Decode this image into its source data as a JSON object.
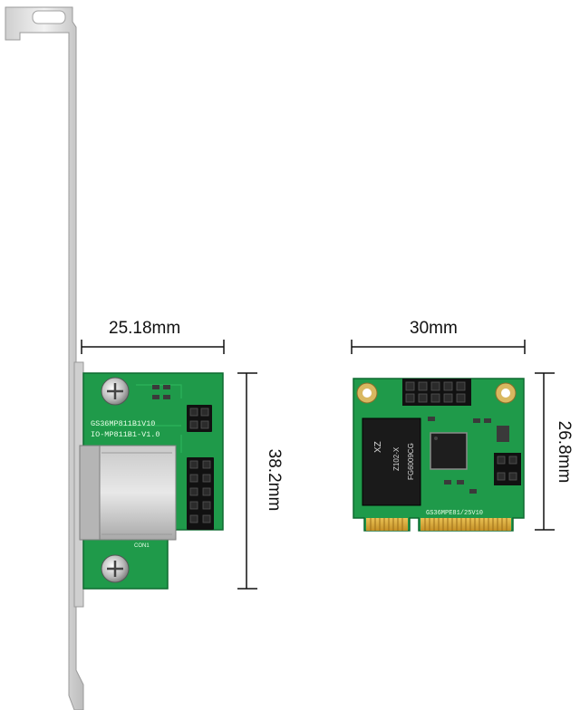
{
  "dimensions": {
    "riser_width": "25.18mm",
    "riser_height": "38.2mm",
    "card_width": "30mm",
    "card_height": "26.8mm"
  },
  "riser_board": {
    "silkscreen_line1": "GS36MP811B1V10",
    "silkscreen_line2": "IO-MP811B1-V1.0",
    "label_con": "CON1"
  },
  "minipcie_card": {
    "chip_line1": "XZ",
    "chip_line2": "Z102-X",
    "chip_line3": "FG6009CG",
    "silkscreen": "GS36MPE81/25V10"
  },
  "colors": {
    "pcb_green": "#1f9a4a",
    "pcb_dark": "#147a38",
    "bracket": "#e6e6e6",
    "gold": "#d8a93a"
  }
}
